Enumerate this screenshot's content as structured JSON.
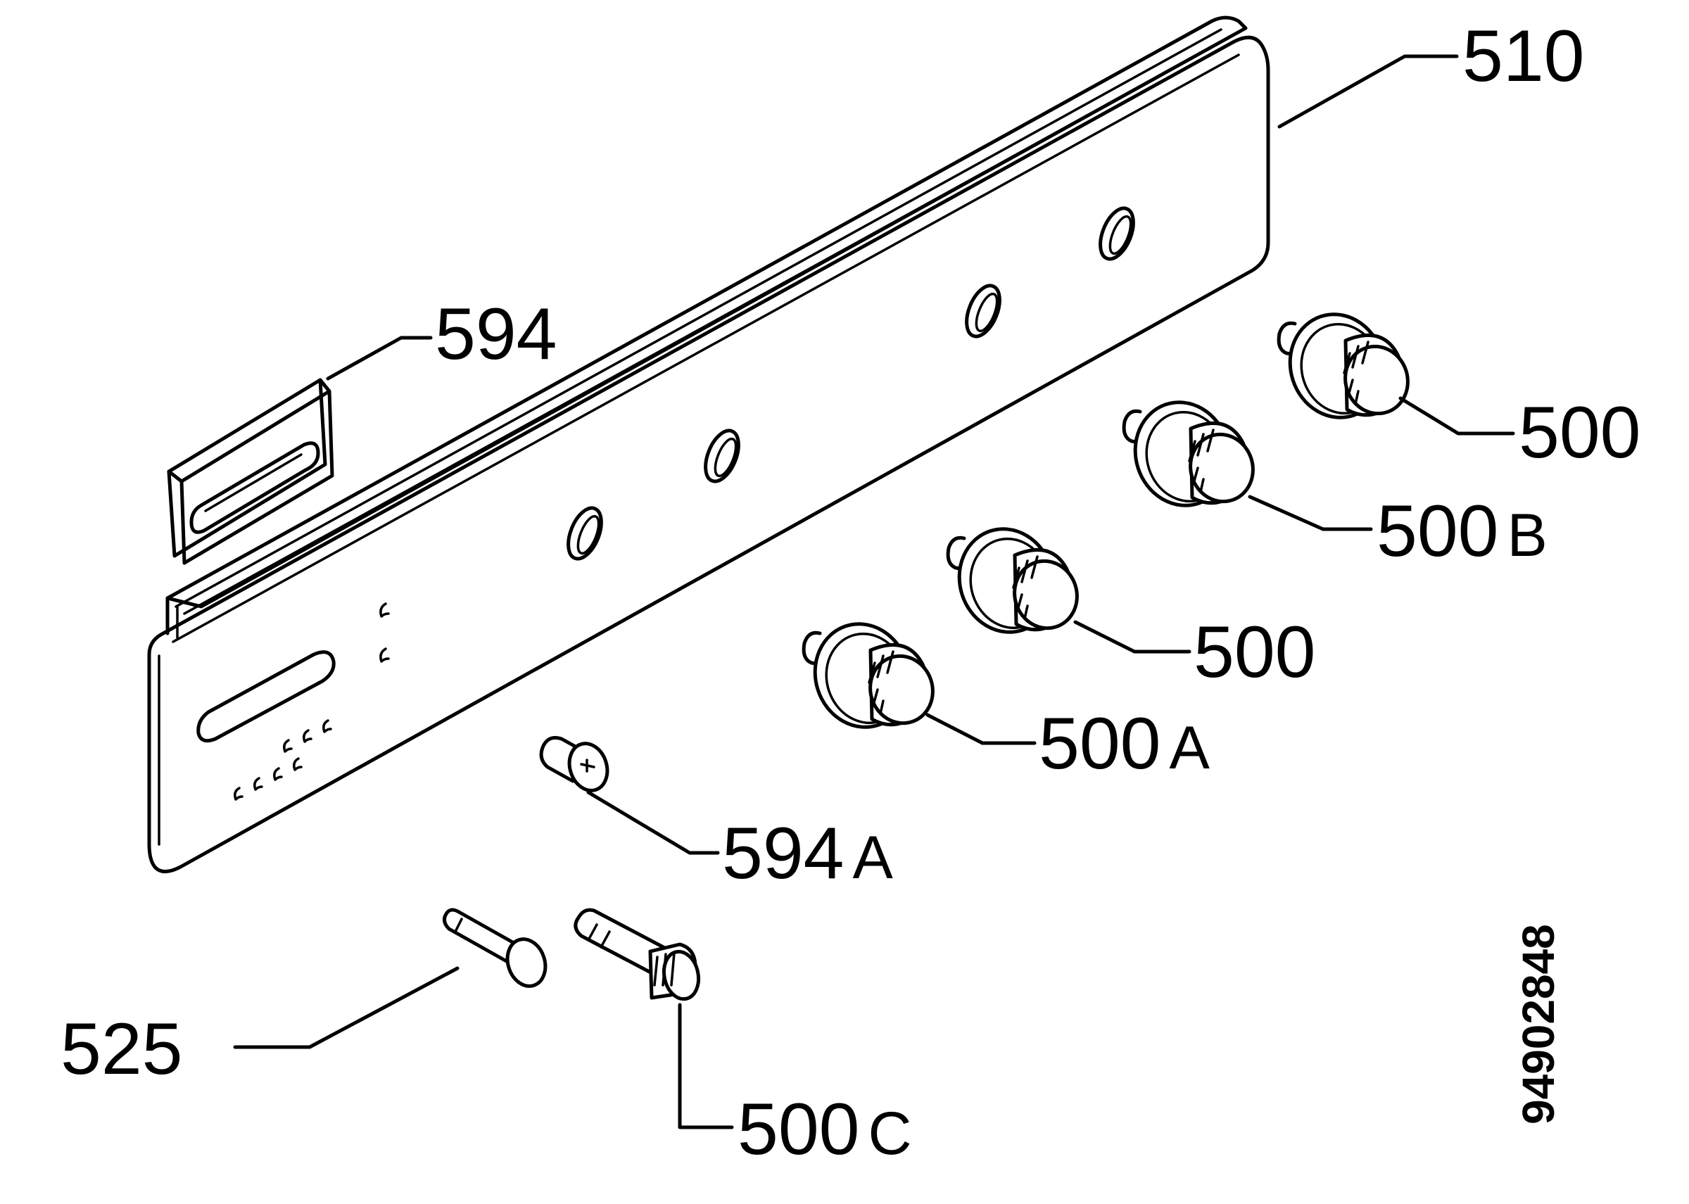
{
  "labels": {
    "control_panel": "510",
    "panel_bracket": "594",
    "knob_right": "500",
    "knob_b": {
      "number": "500",
      "suffix": "B"
    },
    "knob_middle": "500",
    "knob_a": {
      "number": "500",
      "suffix": "A"
    },
    "button_594a": {
      "number": "594",
      "suffix": "A"
    },
    "pin": "525",
    "knob_c": {
      "number": "500",
      "suffix": "C"
    }
  },
  "document_number": "94902848",
  "colors": {
    "line": "#000000",
    "background": "#ffffff"
  }
}
